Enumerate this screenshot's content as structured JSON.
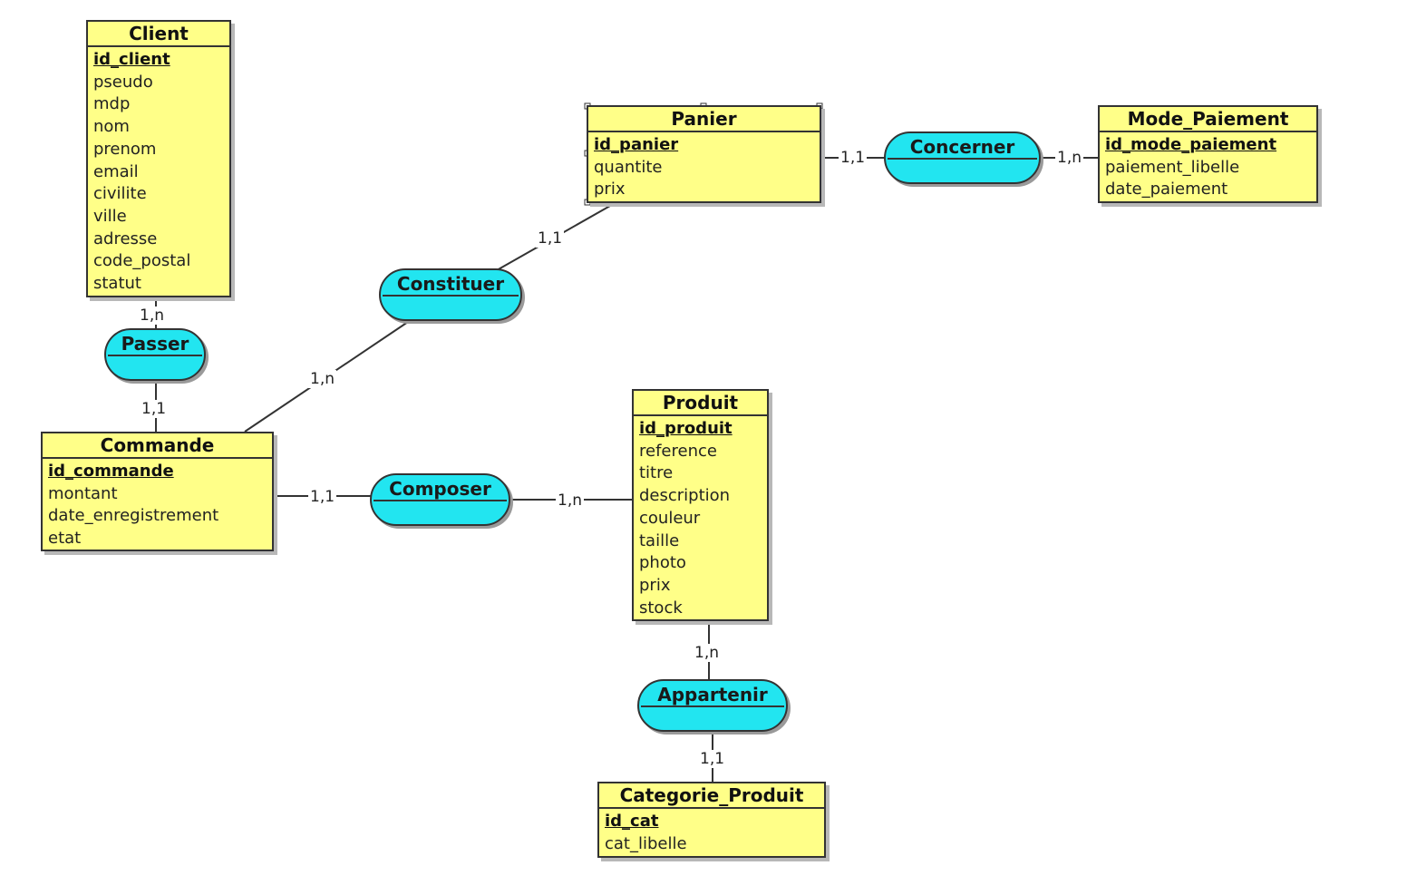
{
  "colors": {
    "entity_fill": "#ffff88",
    "association_fill": "#22e5f0",
    "border": "#333333"
  },
  "entities": {
    "client": {
      "name": "Client",
      "attributes": [
        "id_client",
        "pseudo",
        "mdp",
        "nom",
        "prenom",
        "email",
        "civilite",
        "ville",
        "adresse",
        "code_postal",
        "statut"
      ]
    },
    "commande": {
      "name": "Commande",
      "attributes": [
        "id_commande",
        "montant",
        "date_enregistrement",
        "etat"
      ]
    },
    "panier": {
      "name": "Panier",
      "attributes": [
        "id_panier",
        "quantite",
        "prix"
      ]
    },
    "mode_paiement": {
      "name": "Mode_Paiement",
      "attributes": [
        "id_mode_paiement",
        "paiement_libelle",
        "date_paiement"
      ]
    },
    "produit": {
      "name": "Produit",
      "attributes": [
        "id_produit",
        "reference",
        "titre",
        "description",
        "couleur",
        "taille",
        "photo",
        "prix",
        "stock"
      ]
    },
    "categorie_produit": {
      "name": "Categorie_Produit",
      "attributes": [
        "id_cat",
        "cat_libelle"
      ]
    }
  },
  "associations": {
    "passer": {
      "name": "Passer"
    },
    "constituer": {
      "name": "Constituer"
    },
    "concerner": {
      "name": "Concerner"
    },
    "composer": {
      "name": "Composer"
    },
    "appartenir": {
      "name": "Appartenir"
    }
  },
  "cardinalities": {
    "client_passer": "1,n",
    "commande_passer": "1,1",
    "commande_constituer": "1,n",
    "panier_constituer": "1,1",
    "panier_concerner": "1,1",
    "mode_paiement_concerner": "1,n",
    "commande_composer": "1,1",
    "produit_composer": "1,n",
    "produit_appartenir": "1,n",
    "categorie_appartenir": "1,1"
  }
}
